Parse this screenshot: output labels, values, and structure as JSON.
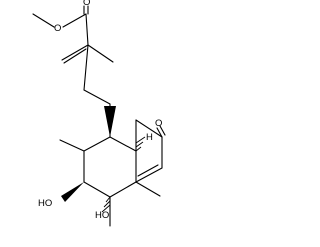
{
  "molecule": {
    "atoms": {
      "ester_o1": "O",
      "ester_o2": "O",
      "ketone_o": "O",
      "hydroxyl_1": "HO",
      "hydroxyl_2": "HO",
      "h_label": "H"
    }
  },
  "colors": {
    "bond": "#000000",
    "background": "#ffffff"
  }
}
